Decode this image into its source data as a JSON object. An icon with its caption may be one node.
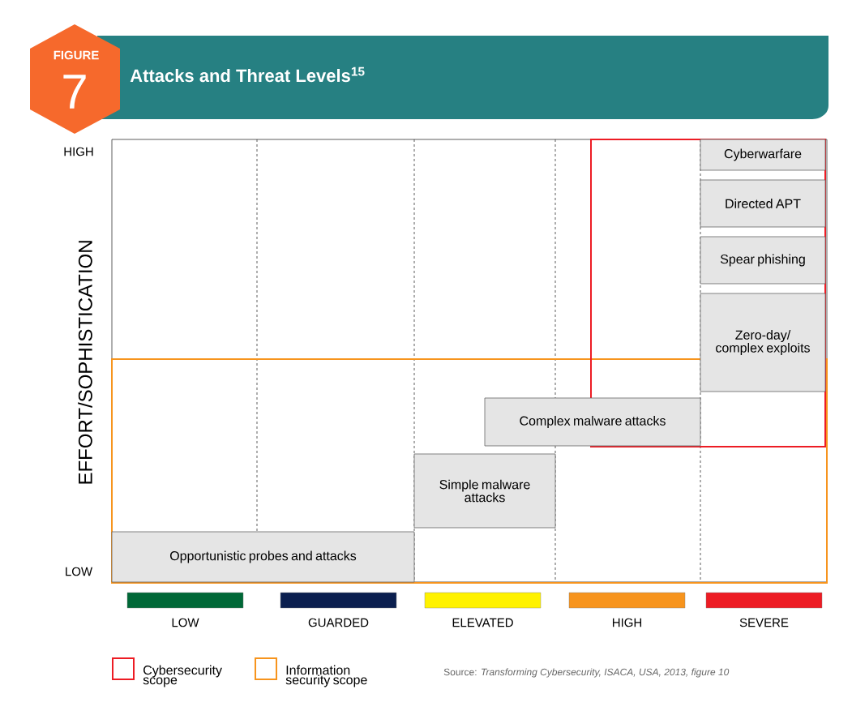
{
  "diagram": {
    "title": "Attacks and Threat Levels$^{15}$",
    "nodes": [
      {
        "text": [
          "Cyberwarfare"
        ]
      },
      {
        "text": [
          "Directed APT"
        ]
      },
      {
        "text": [
          "Spear phishing"
        ]
      },
      {
        "text": [
          "Zero-day/ complex exploits"
        ]
      },
      {
        "text": [
          "Complex malware attacks"
        ]
      },
      {
        "text": [
          "Simple malware attacks"
        ]
      },
      {
        "text": [
          "Opportunistic probes and attacks"
        ]
      }
    ],
    "labels": [
      "FIGURE",
      "7",
      "HIGH",
      "LOW",
      "EFFORT/SOPHISTICATION",
      "Source:  *Transforming Cybersecurity, ISACA, USA, 2013, figure 10*"
    ],
    "legend": [
      {
        "text": "LOW",
        "color": "#006837"
      },
      {
        "text": "GUARDED",
        "color": "#0b1f4f"
      },
      {
        "text": "ELEVATED",
        "color": "#fff200"
      },
      {
        "text": "HIGH",
        "color": "#f7941d"
      },
      {
        "text": "SEVERE",
        "color": "#ed1c24"
      },
      {
        "text": "Cybersecurity scope"
      },
      {
        "text": "Information security scope"
      }
    ]
  }
}
